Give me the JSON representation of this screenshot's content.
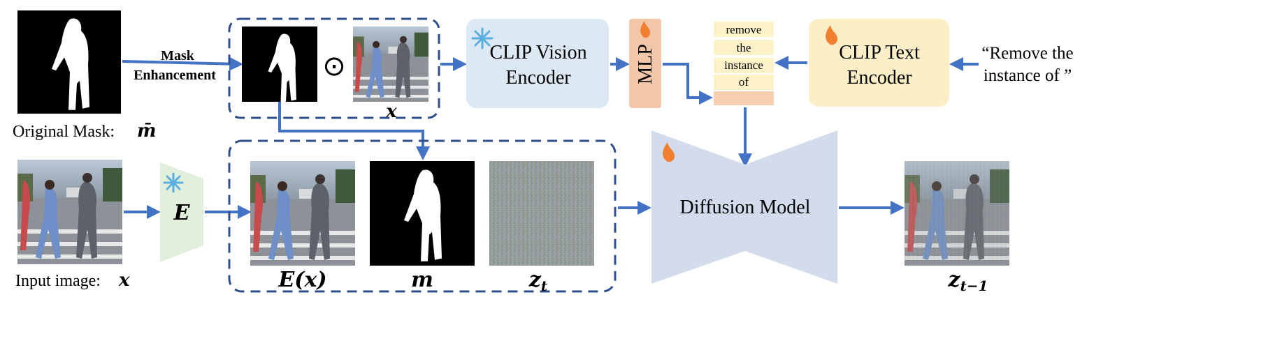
{
  "labels": {
    "original_mask": "Original Mask:",
    "original_mask_symbol": "m̄",
    "mask_enhancement_line1": "Mask",
    "mask_enhancement_line2": "Enhancement",
    "odot": "⊙",
    "x_under_masked": "x",
    "input_image": "Input image:",
    "input_image_symbol": "x",
    "encoder_E": "E",
    "Ex": "E(x)",
    "m": "m",
    "zt_base": "z",
    "zt_sub": "t",
    "zt1_base": "z",
    "zt1_sub": "t−1"
  },
  "modules": {
    "clip_vision_line1": "CLIP Vision",
    "clip_vision_line2": "Encoder",
    "mlp": "MLP",
    "clip_text_line1": "CLIP Text",
    "clip_text_line2": "Encoder",
    "diffusion": "Diffusion Model"
  },
  "token_stack": [
    "remove",
    "the",
    "instance",
    "of"
  ],
  "prompt": {
    "line1": "“Remove the",
    "line2": "instance of ”"
  },
  "icons": {
    "frozen": "snowflake-icon",
    "trainable": "flame-icon"
  },
  "colors": {
    "arrow": "#4472c4",
    "dashed": "#2f4f8a",
    "clip_vision_fill": "#dde8f5",
    "mlp_fill": "#f2c6a8",
    "clip_text_fill": "#fcefc8",
    "diffusion_fill": "#d2dced",
    "encoder_fill": "#e2efdb",
    "token_fill": "#fdf2c8",
    "token_empty_fill": "#f6ceb0",
    "snowflake": "#5aaee0",
    "flame": "#f07f2f"
  }
}
